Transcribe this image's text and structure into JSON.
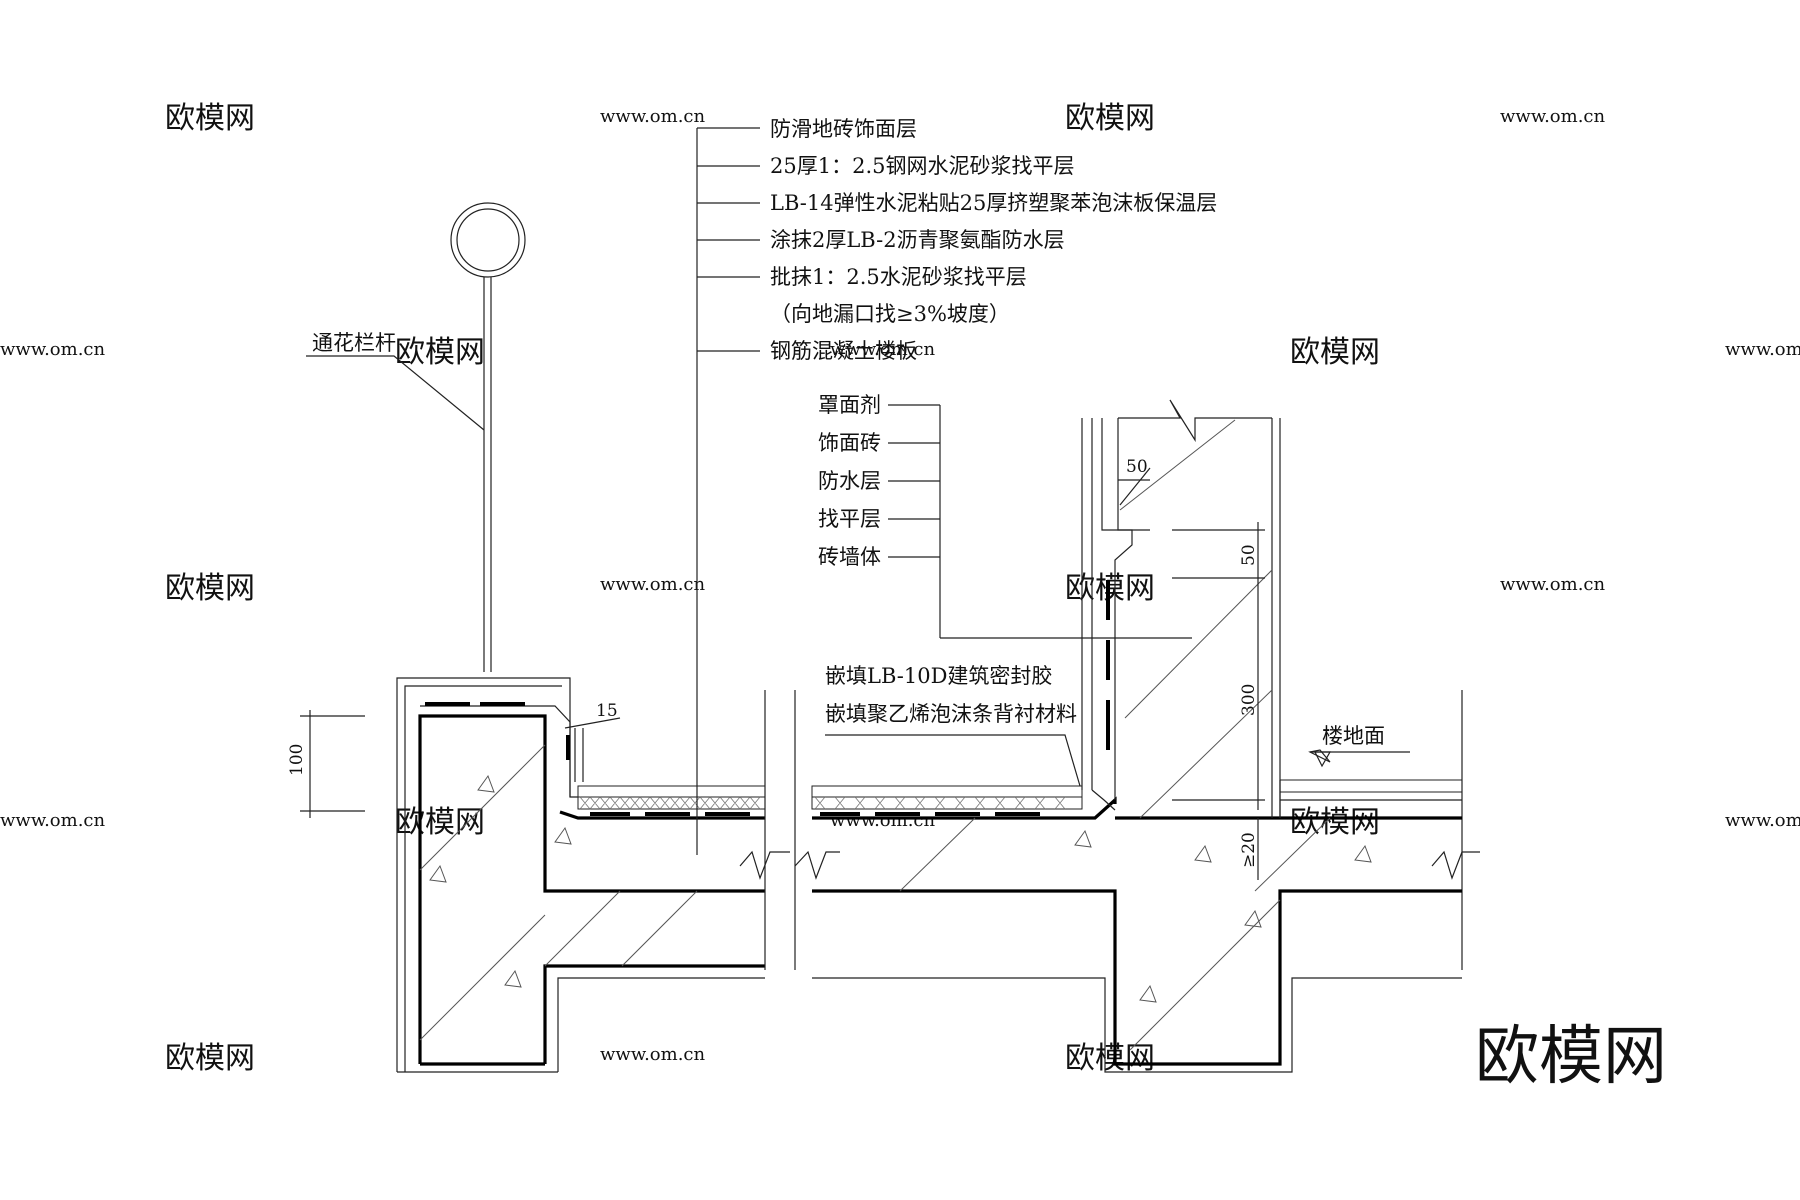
{
  "layer_notes": {
    "items": [
      "防滑地砖饰面层",
      "25厚1：2.5钢网水泥砂浆找平层",
      "LB-14弹性水泥粘贴25厚挤塑聚苯泡沫板保温层",
      "涂抹2厚LB-2沥青聚氨酯防水层",
      "批抹1：2.5水泥砂浆找平层",
      "（向地漏口找≥3%坡度）",
      "钢筋混凝土楼板"
    ]
  },
  "wall_notes": {
    "items": [
      "罩面剂",
      "饰面砖",
      "防水层",
      "找平层",
      "砖墙体"
    ]
  },
  "sealant_notes": {
    "items": [
      "嵌填LB-10D建筑密封胶",
      "嵌填聚乙烯泡沫条背衬材料"
    ]
  },
  "labels": {
    "railing": "通花栏杆",
    "floor": "楼地面"
  },
  "dimensions": {
    "curb_height": "100",
    "joint_gap": "15",
    "notch_width": "50",
    "notch_height": "50",
    "upturn_height": "300",
    "floor_drop": "≥20"
  },
  "watermark": {
    "brand": "欧模网",
    "url": "www.om.cn"
  }
}
